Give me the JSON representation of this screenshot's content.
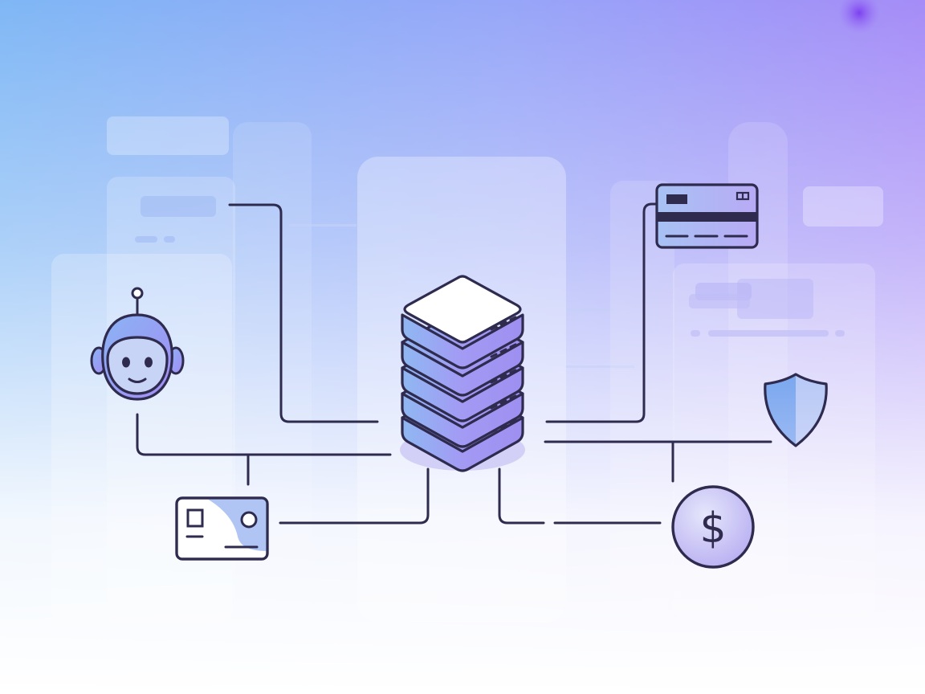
{
  "illustration": {
    "colors": {
      "outline": "#2e2b4f",
      "accent_blue": "#8ab4f4",
      "accent_purple": "#a38cf4",
      "background_top_left": "#7fb7f5",
      "background_top_right": "#a58cf7",
      "background_bottom": "#ffffff",
      "panel": "#ffffff",
      "dot": "#8a55f0"
    },
    "center": {
      "icon": "server-stack-icon"
    },
    "nodes": [
      {
        "id": "robot",
        "icon": "robot-icon"
      },
      {
        "id": "id-card",
        "icon": "id-card-icon"
      },
      {
        "id": "credit-card",
        "icon": "credit-card-icon"
      },
      {
        "id": "shield",
        "icon": "shield-icon"
      },
      {
        "id": "dollar-coin",
        "icon": "dollar-coin-icon",
        "symbol": "$"
      }
    ]
  }
}
